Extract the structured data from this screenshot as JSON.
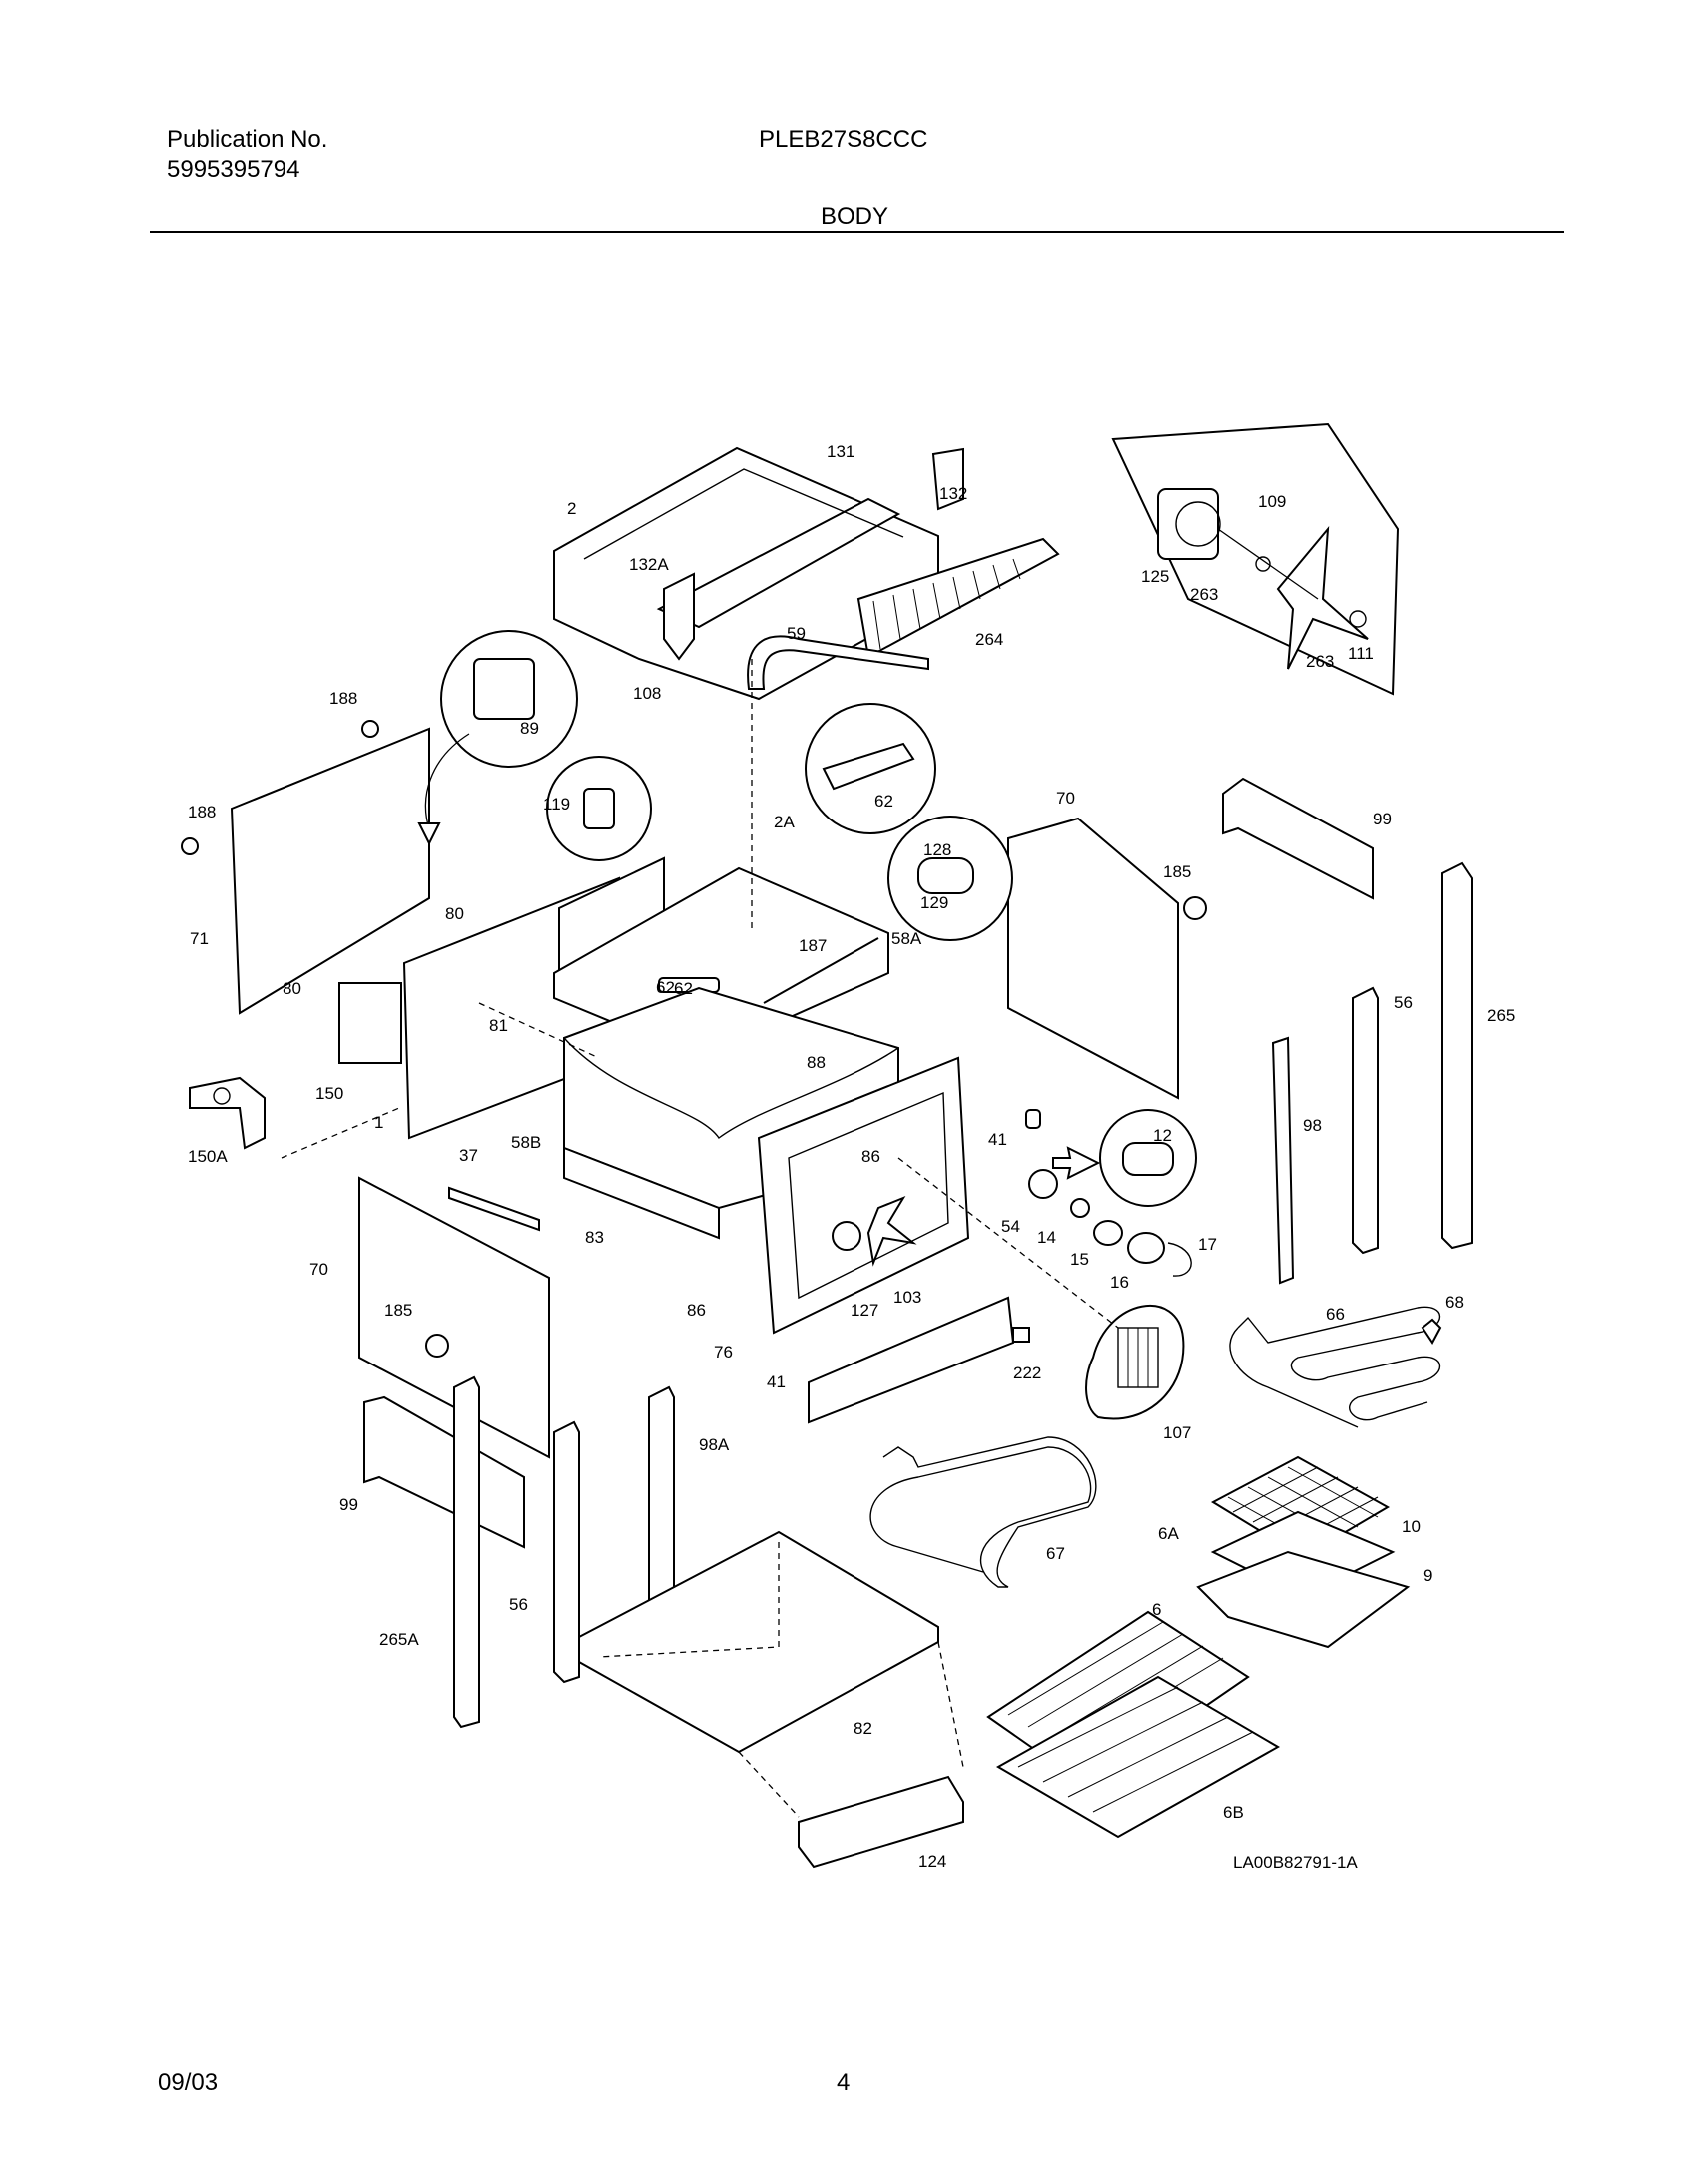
{
  "header": {
    "publication_label": "Publication No.",
    "publication_number": "5995395794",
    "model": "PLEB27S8CCC",
    "section": "BODY"
  },
  "footer": {
    "date": "09/03",
    "page": "4"
  },
  "diagram": {
    "drawing_number": "LA00B82791-1A",
    "callouts": [
      "131",
      "2",
      "132",
      "132A",
      "109",
      "125",
      "263",
      "263",
      "111",
      "264",
      "59",
      "108",
      "188",
      "89",
      "188",
      "119",
      "62",
      "2A",
      "62",
      "70",
      "99",
      "128",
      "129",
      "185",
      "71",
      "80",
      "58A",
      "187",
      "80",
      "62",
      "81",
      "88",
      "150",
      "1",
      "150A",
      "58B",
      "265",
      "56",
      "98",
      "12",
      "37",
      "86",
      "41",
      "54",
      "14",
      "15",
      "16",
      "17",
      "83",
      "70",
      "185",
      "86",
      "76",
      "127",
      "103",
      "41",
      "222",
      "66",
      "68",
      "107",
      "99",
      "98A",
      "67",
      "6A",
      "10",
      "9",
      "265A",
      "56",
      "6",
      "82",
      "6B",
      "124"
    ]
  }
}
